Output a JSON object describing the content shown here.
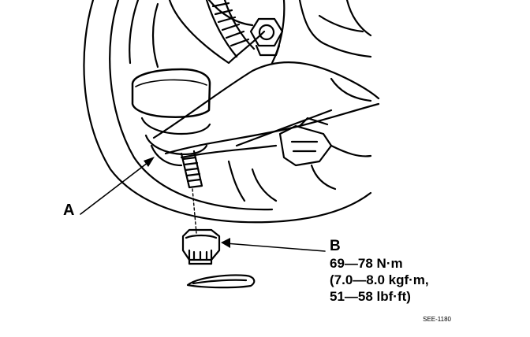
{
  "figure": {
    "callouts": {
      "a": "A",
      "b": "B"
    },
    "torque_spec": {
      "metric": "69—78 N·m",
      "kgf": "(7.0—8.0 kgf·m,",
      "lbf": "51—58 lbf·ft)"
    },
    "figure_id": "SEE-1180"
  }
}
